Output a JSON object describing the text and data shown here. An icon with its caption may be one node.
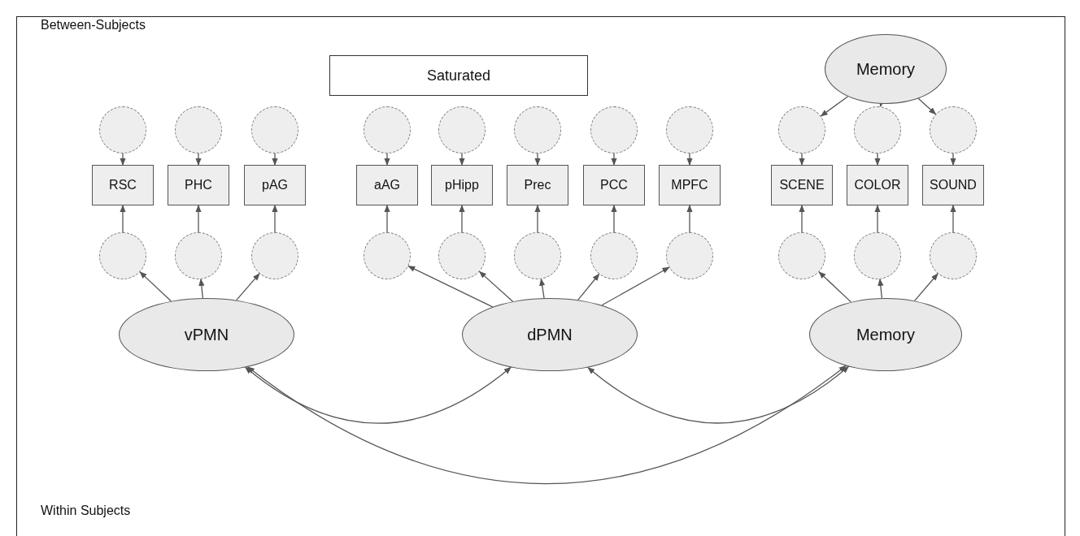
{
  "diagram": {
    "nodes": [
      {
        "text": [
          "Saturated"
        ]
      },
      {
        "text": [
          "Memory"
        ]
      },
      {
        "text": [],
        "shape": "circle"
      },
      {
        "text": [],
        "shape": "circle"
      },
      {
        "text": [],
        "shape": "circle"
      },
      {
        "text": [],
        "shape": "circle"
      },
      {
        "text": [],
        "shape": "circle"
      },
      {
        "text": [],
        "shape": "circle"
      },
      {
        "text": [],
        "shape": "circle"
      },
      {
        "text": [],
        "shape": "circle"
      },
      {
        "text": [],
        "shape": "circle"
      },
      {
        "text": [],
        "shape": "circle"
      },
      {
        "text": [],
        "shape": "circle"
      },
      {
        "text": [
          "RSC"
        ]
      },
      {
        "text": [
          "PHC"
        ]
      },
      {
        "text": [
          "pAG"
        ]
      },
      {
        "text": [
          "aAG"
        ]
      },
      {
        "text": [
          "pHipp"
        ]
      },
      {
        "text": [
          "Prec"
        ]
      },
      {
        "text": [
          "PCC"
        ]
      },
      {
        "text": [
          "MPFC"
        ]
      },
      {
        "text": [
          "SCENE"
        ]
      },
      {
        "text": [
          "COLOR"
        ]
      },
      {
        "text": [
          "SOUND"
        ]
      },
      {
        "text": [],
        "shape": "circle"
      },
      {
        "text": [],
        "shape": "circle"
      },
      {
        "text": [],
        "shape": "circle"
      },
      {
        "text": [],
        "shape": "circle"
      },
      {
        "text": [],
        "shape": "circle"
      },
      {
        "text": [],
        "shape": "circle"
      },
      {
        "text": [],
        "shape": "circle"
      },
      {
        "text": [],
        "shape": "circle"
      },
      {
        "text": [],
        "shape": "circle"
      },
      {
        "text": [],
        "shape": "circle"
      },
      {
        "text": [],
        "shape": "circle"
      },
      {
        "text": [
          "vPMN"
        ]
      },
      {
        "text": [
          "dPMN"
        ]
      },
      {
        "text": [
          "Memory"
        ]
      }
    ],
    "edges": [
      {
        "from": 1,
        "to": 10,
        "arrow": "to"
      },
      {
        "from": 1,
        "to": 11,
        "arrow": "to"
      },
      {
        "from": 1,
        "to": 12,
        "arrow": "to"
      },
      {
        "from": 2,
        "to": 13,
        "arrow": "to"
      },
      {
        "from": 3,
        "to": 14,
        "arrow": "to"
      },
      {
        "from": 4,
        "to": 15,
        "arrow": "to"
      },
      {
        "from": 5,
        "to": 16,
        "arrow": "to"
      },
      {
        "from": 6,
        "to": 17,
        "arrow": "to"
      },
      {
        "from": 7,
        "to": 18,
        "arrow": "to"
      },
      {
        "from": 8,
        "to": 19,
        "arrow": "to"
      },
      {
        "from": 9,
        "to": 20,
        "arrow": "to"
      },
      {
        "from": 10,
        "to": 21,
        "arrow": "to"
      },
      {
        "from": 11,
        "to": 22,
        "arrow": "to"
      },
      {
        "from": 12,
        "to": 23,
        "arrow": "to"
      },
      {
        "from": 24,
        "to": 13,
        "arrow": "to"
      },
      {
        "from": 25,
        "to": 14,
        "arrow": "to"
      },
      {
        "from": 26,
        "to": 15,
        "arrow": "to"
      },
      {
        "from": 27,
        "to": 16,
        "arrow": "to"
      },
      {
        "from": 28,
        "to": 17,
        "arrow": "to"
      },
      {
        "from": 29,
        "to": 18,
        "arrow": "to"
      },
      {
        "from": 30,
        "to": 19,
        "arrow": "to"
      },
      {
        "from": 31,
        "to": 20,
        "arrow": "to"
      },
      {
        "from": 32,
        "to": 21,
        "arrow": "to"
      },
      {
        "from": 33,
        "to": 22,
        "arrow": "to"
      },
      {
        "from": 34,
        "to": 23,
        "arrow": "to"
      },
      {
        "from": 35,
        "to": 24,
        "arrow": "to"
      },
      {
        "from": 35,
        "to": 25,
        "arrow": "to"
      },
      {
        "from": 35,
        "to": 26,
        "arrow": "to"
      },
      {
        "from": 36,
        "to": 27,
        "arrow": "to"
      },
      {
        "from": 36,
        "to": 28,
        "arrow": "to"
      },
      {
        "from": 36,
        "to": 29,
        "arrow": "to"
      },
      {
        "from": 36,
        "to": 30,
        "arrow": "to"
      },
      {
        "from": 36,
        "to": 31,
        "arrow": "to"
      },
      {
        "from": 37,
        "to": 32,
        "arrow": "to"
      },
      {
        "from": 37,
        "to": 33,
        "arrow": "to"
      },
      {
        "from": 37,
        "to": 34,
        "arrow": "to"
      },
      {
        "from": 35,
        "to": 36,
        "arrow": "both"
      },
      {
        "from": 36,
        "to": 37,
        "arrow": "both"
      },
      {
        "from": 35,
        "to": 37,
        "arrow": "both"
      }
    ],
    "labels": [
      "Between-Subjects",
      "Within Subjects"
    ]
  }
}
